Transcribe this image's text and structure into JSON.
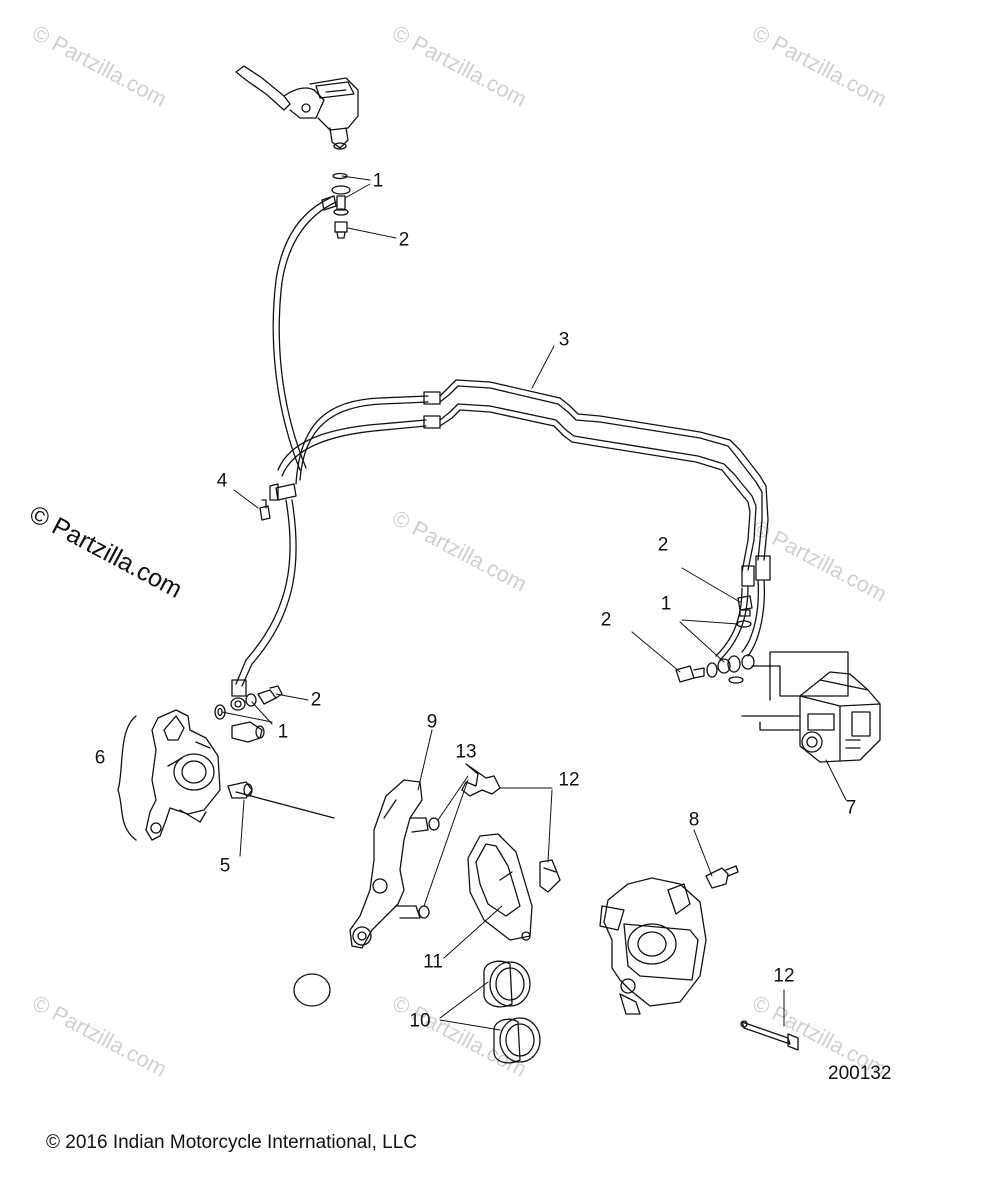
{
  "watermarks": {
    "primary": "© Partzilla.com",
    "faint": "© Partzilla.com"
  },
  "callouts": {
    "n1": "1",
    "n2": "2",
    "n3": "3",
    "n4": "4",
    "n5": "5",
    "n6": "6",
    "n7": "7",
    "n8": "8",
    "n9": "9",
    "n10": "10",
    "n11": "11",
    "n12": "12",
    "n13": "13"
  },
  "footer": {
    "copyright": "© 2016 Indian Motorcycle International, LLC",
    "figure_number": "200132"
  }
}
